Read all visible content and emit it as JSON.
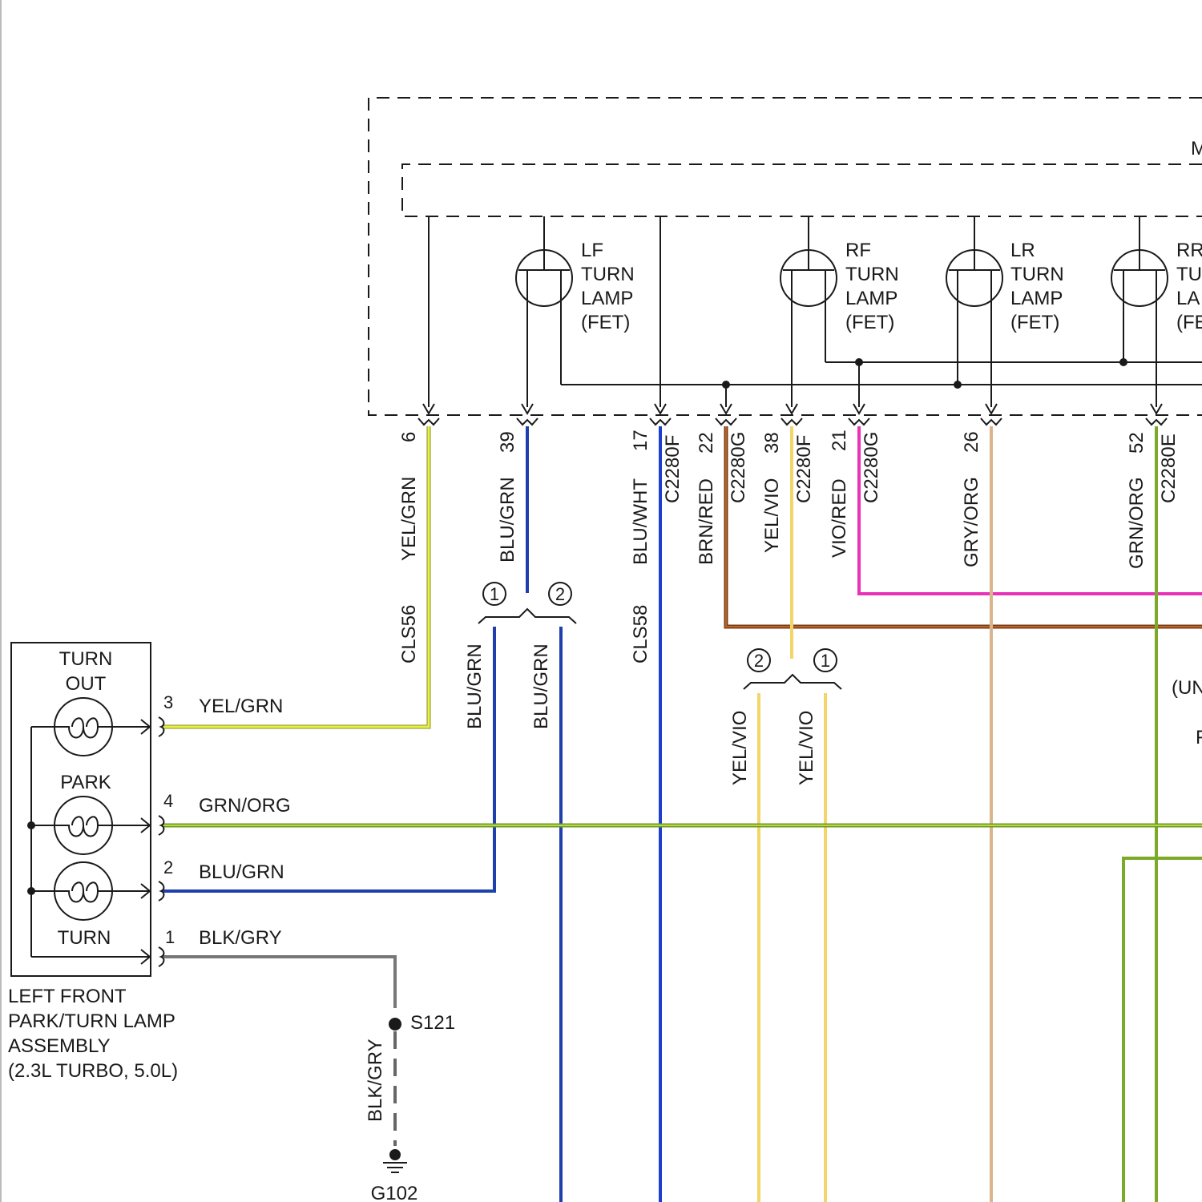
{
  "module": {
    "name_fragment": "M",
    "fets": [
      {
        "lines": [
          "LF",
          "TURN",
          "LAMP",
          "(FET)"
        ]
      },
      {
        "lines": [
          "RF",
          "TURN",
          "LAMP",
          "(FET)"
        ]
      },
      {
        "lines": [
          "LR",
          "TURN",
          "LAMP",
          "(FET)"
        ]
      },
      {
        "lines": [
          "RR",
          "TU",
          "LA",
          "(FE"
        ]
      }
    ]
  },
  "pins": [
    {
      "number": "6",
      "wire": "YEL/GRN",
      "connector": ""
    },
    {
      "number": "39",
      "wire": "BLU/GRN",
      "connector": ""
    },
    {
      "number": "17",
      "wire": "BLU/WHT",
      "connector": "C2280F"
    },
    {
      "number": "22",
      "wire": "BRN/RED",
      "connector": "C2280G"
    },
    {
      "number": "38",
      "wire": "YEL/VIO",
      "connector": "C2280F"
    },
    {
      "number": "21",
      "wire": "VIO/RED",
      "connector": "C2280G"
    },
    {
      "number": "26",
      "wire": "GRY/ORG",
      "connector": ""
    },
    {
      "number": "52",
      "wire": "GRN/ORG",
      "connector": "C2280E"
    }
  ],
  "inline_connectors": {
    "cls56": "CLS56",
    "cls58": "CLS58"
  },
  "splits": [
    {
      "left_num": "1",
      "right_num": "2",
      "left_wire": "BLU/GRN",
      "right_wire": "BLU/GRN"
    },
    {
      "left_num": "2",
      "right_num": "1",
      "left_wire": "YEL/VIO",
      "right_wire": "YEL/VIO"
    }
  ],
  "assembly": {
    "label_turn_out_1": "TURN",
    "label_turn_out_2": "OUT",
    "label_park": "PARK",
    "label_turn": "TURN",
    "name_lines": [
      "LEFT FRONT",
      "PARK/TURN LAMP",
      "ASSEMBLY",
      "(2.3L TURBO, 5.0L)"
    ],
    "pins": [
      {
        "number": "3",
        "wire": "YEL/GRN"
      },
      {
        "number": "4",
        "wire": "GRN/ORG"
      },
      {
        "number": "2",
        "wire": "BLU/GRN"
      },
      {
        "number": "1",
        "wire": "BLK/GRY"
      }
    ]
  },
  "ground": {
    "splice": "S121",
    "wire": "BLK/GRY",
    "ground_point": "G102"
  },
  "edge_fragments": {
    "un": "(UN",
    "f": "F"
  },
  "wire_colors": {
    "yel_grn": "#e6f23a",
    "blu_grn": "#1f3fae",
    "blu_wht": "#1c3fd0",
    "brn_red": "#a0521e",
    "yel_vio": "#f3d56a",
    "vio_red": "#e633b8",
    "gry_org": "#d9b48c",
    "grn_org": "#7aaa27",
    "blk_gry": "#777777"
  }
}
